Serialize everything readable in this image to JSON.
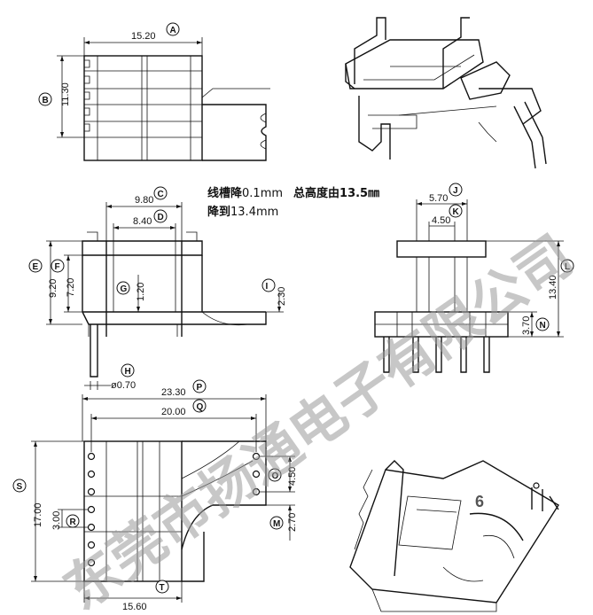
{
  "notes": {
    "line1_bold_a": "线槽降",
    "line1_light": "0.1mm",
    "line1_bold_b": "总高度由13.5㎜",
    "line2_bold": "降到",
    "line2_light": "13.4mm"
  },
  "dimensions": {
    "A": {
      "letter": "A",
      "value": "15.20"
    },
    "B": {
      "letter": "B",
      "value": "11.30"
    },
    "C": {
      "letter": "C",
      "value": "9.80"
    },
    "D": {
      "letter": "D",
      "value": "8.40"
    },
    "E": {
      "letter": "E",
      "value": "9.20"
    },
    "F": {
      "letter": "F",
      "value": "7.20"
    },
    "G": {
      "letter": "G",
      "value": "1.20"
    },
    "H": {
      "letter": "H",
      "value": "ø0.70"
    },
    "I": {
      "letter": "I",
      "value": "2.30"
    },
    "J": {
      "letter": "J",
      "value": "5.70"
    },
    "K": {
      "letter": "K",
      "value": "4.50"
    },
    "L": {
      "letter": "L",
      "value": "13.40"
    },
    "N": {
      "letter": "N",
      "value": "3.70"
    },
    "P": {
      "letter": "P",
      "value": "23.30"
    },
    "Q": {
      "letter": "Q",
      "value": "20.00"
    },
    "O": {
      "letter": "O",
      "value": "4.50"
    },
    "S": {
      "letter": "S",
      "value": "17.00"
    },
    "R": {
      "letter": "R",
      "value": "3.00"
    },
    "M": {
      "letter": "M",
      "value": "2.70"
    },
    "T": {
      "letter": "T",
      "value": "15.60"
    }
  },
  "watermark": {
    "text": "东莞市扬通电子有限公司",
    "color": "#9a9a9a"
  },
  "page_number": "6"
}
